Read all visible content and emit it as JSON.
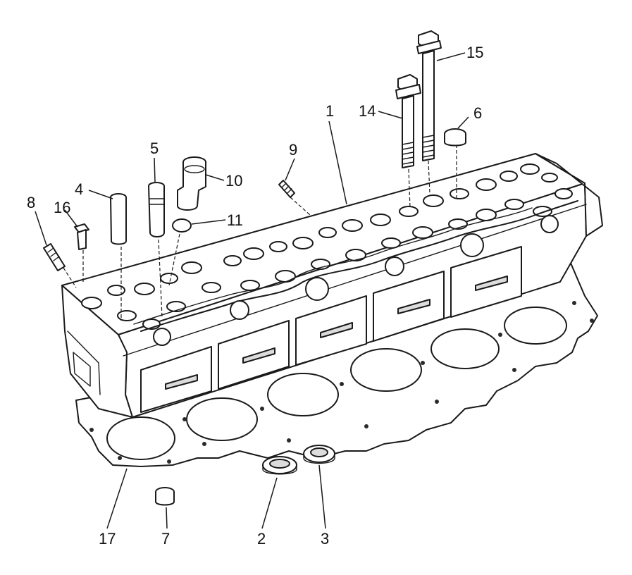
{
  "diagram": {
    "callouts": {
      "c1": "1",
      "c2": "2",
      "c3": "3",
      "c4": "4",
      "c5": "5",
      "c6": "6",
      "c7": "7",
      "c8": "8",
      "c9": "9",
      "c10": "10",
      "c11": "11",
      "c14": "14",
      "c15": "15",
      "c16": "16",
      "c17": "17"
    }
  }
}
